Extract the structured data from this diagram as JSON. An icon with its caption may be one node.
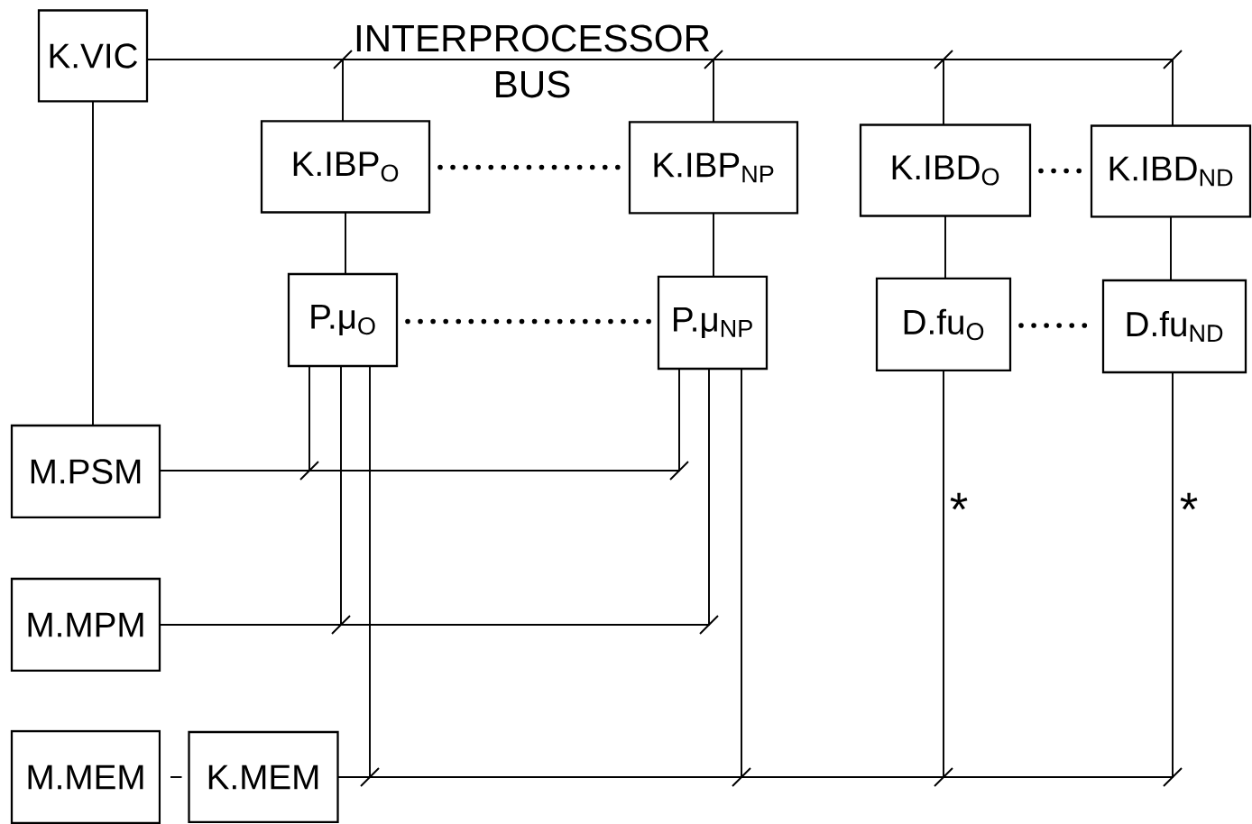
{
  "diagram": {
    "nodes": [
      {
        "text": [
          "K.VIC"
        ]
      },
      {
        "text": [
          "K.IBP$_{O}$"
        ]
      },
      {
        "text": [
          "K.IBP$_{NP}$"
        ]
      },
      {
        "text": [
          "K.IBD$_{O}$"
        ]
      },
      {
        "text": [
          "K.IBD$_{ND}$"
        ]
      },
      {
        "text": [
          "P.μ$_{O}$"
        ]
      },
      {
        "text": [
          "P.μ$_{NP}$"
        ]
      },
      {
        "text": [
          "D.fu$_{O}$"
        ]
      },
      {
        "text": [
          "D.fu$_{ND}$"
        ]
      },
      {
        "text": [
          "M.PSM"
        ]
      },
      {
        "text": [
          "M.MPM"
        ]
      },
      {
        "text": [
          "M.MEM"
        ]
      },
      {
        "text": [
          "K.MEM"
        ]
      }
    ],
    "edges": [
      {
        "from": 0,
        "to": 1,
        "arrow": "none"
      },
      {
        "from": 0,
        "to": 2,
        "arrow": "none"
      },
      {
        "from": 0,
        "to": 3,
        "arrow": "none"
      },
      {
        "from": 0,
        "to": 4,
        "arrow": "none"
      },
      {
        "from": 1,
        "to": 2,
        "arrow": "none",
        "style": "dashed"
      },
      {
        "from": 3,
        "to": 4,
        "arrow": "none",
        "style": "dashed"
      },
      {
        "from": 1,
        "to": 5,
        "arrow": "none"
      },
      {
        "from": 2,
        "to": 6,
        "arrow": "none"
      },
      {
        "from": 3,
        "to": 7,
        "arrow": "none"
      },
      {
        "from": 4,
        "to": 8,
        "arrow": "none"
      },
      {
        "from": 5,
        "to": 6,
        "arrow": "none",
        "style": "dashed"
      },
      {
        "from": 7,
        "to": 8,
        "arrow": "none",
        "style": "dashed"
      },
      {
        "from": 0,
        "to": 9,
        "arrow": "none"
      },
      {
        "from": 9,
        "to": 5,
        "arrow": "none"
      },
      {
        "from": 9,
        "to": 6,
        "arrow": "none"
      },
      {
        "from": 10,
        "to": 5,
        "arrow": "none"
      },
      {
        "from": 10,
        "to": 6,
        "arrow": "none"
      },
      {
        "from": 11,
        "to": 12,
        "arrow": "none"
      },
      {
        "from": 12,
        "to": 5,
        "arrow": "none"
      },
      {
        "from": 12,
        "to": 6,
        "arrow": "none"
      },
      {
        "from": 12,
        "to": 7,
        "arrow": "none"
      },
      {
        "from": 12,
        "to": 8,
        "arrow": "none"
      }
    ],
    "labels": [
      "INTERPROCESSOR BUS",
      "*",
      "*"
    ]
  }
}
